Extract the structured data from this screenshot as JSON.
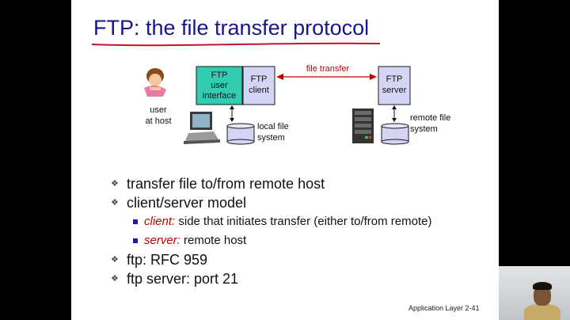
{
  "slide": {
    "title": "FTP: the file transfer protocol",
    "footer": "Application Layer 2-41"
  },
  "diagram": {
    "user_interface_box": [
      "FTP",
      "user",
      "interface"
    ],
    "client_box": [
      "FTP",
      "client"
    ],
    "server_box": [
      "FTP",
      "server"
    ],
    "transfer_label": "file transfer",
    "user_label": [
      "user",
      "at host"
    ],
    "local_fs_label": [
      "local file",
      "system"
    ],
    "remote_fs_label": [
      "remote file",
      "system"
    ],
    "colors": {
      "user_interface_fill": "#33ccb3",
      "client_fill": "#d4d4f4",
      "server_fill": "#d4d4f4",
      "transfer_arrow": "#c00000",
      "title_underline": "#c8102e"
    }
  },
  "bullets": [
    {
      "text": "transfer file to/from remote host"
    },
    {
      "text": "client/server model"
    },
    {
      "em": "client:",
      "rest": " side that initiates transfer (either to/from remote)"
    },
    {
      "em": "server:",
      "rest": " remote host"
    },
    {
      "text": "ftp: RFC 959"
    },
    {
      "text": "ftp server: port 21"
    }
  ]
}
